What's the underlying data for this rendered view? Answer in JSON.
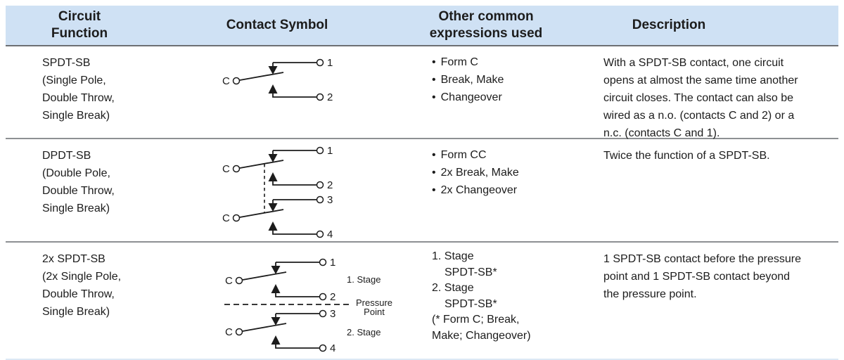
{
  "colors": {
    "header_bg": "#cfe1f4",
    "text": "#1c1c1c",
    "header_line": "#6d7073",
    "row_line": "#8d9093",
    "bottom_line": "#dce8f5"
  },
  "bullet_char": "•",
  "header": {
    "circuit_function": "Circuit\nFunction",
    "contact_symbol": "Contact Symbol",
    "other_expressions": "Other common\nexpressions used",
    "description": "Description"
  },
  "rows": [
    {
      "function": "SPDT-SB\n(Single Pole,\nDouble Throw,\nSingle Break)",
      "expressions": [
        "Form C",
        "Break, Make",
        "Changeover"
      ],
      "description": "With a SPDT-SB contact, one circuit\nopens at almost the same time another\ncircuit closes. The contact can also be\nwired as a n.o. (contacts C and 2) or a\nn.c. (contacts C and 1).",
      "symbol": {
        "common": "C",
        "t1": "1",
        "t2": "2"
      }
    },
    {
      "function": "DPDT-SB\n(Double Pole,\nDouble Throw,\nSingle Break)",
      "expressions": [
        "Form CC",
        "2x Break, Make",
        "2x Changeover"
      ],
      "description": "Twice the function of a SPDT-SB.",
      "symbol": {
        "common1": "C",
        "common2": "C",
        "t1": "1",
        "t2": "2",
        "t3": "3",
        "t4": "4"
      }
    },
    {
      "function": "2x SPDT-SB\n(2x Single Pole,\nDouble Throw,\nSingle Break)",
      "expression_lines": [
        "1. Stage",
        "SPDT-SB*",
        "2. Stage",
        "SPDT-SB*",
        "(* Form C; Break,",
        "Make; Changeover)"
      ],
      "description": "1 SPDT-SB contact before the pressure\npoint and 1 SPDT-SB contact beyond\nthe pressure point.",
      "symbol": {
        "common1": "C",
        "common2": "C",
        "t1": "1",
        "t2": "2",
        "t3": "3",
        "t4": "4",
        "stage1": "1. Stage",
        "stage2": "2. Stage",
        "pressure_line1": "Pressure",
        "pressure_line2": "Point"
      }
    }
  ]
}
